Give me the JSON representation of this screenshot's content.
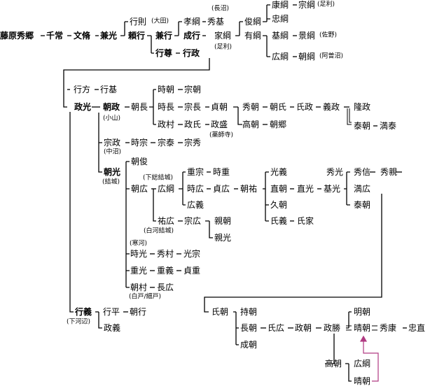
{
  "nodes": {
    "fujiwara_hidesato": "藤原秀郷",
    "chitsune": "千常",
    "fumisuke": "文脩",
    "kanemitsu": "兼光",
    "yukinori": "行則",
    "yorigyo": "頼行",
    "kaneyuki": "兼行",
    "yukitaka": "行尊",
    "yukimasa": "行政",
    "takatsuna": "孝綱",
    "hidemoto_a": "秀基",
    "nariyuki": "成行",
    "iezuna": "家綱",
    "toshitsuna": "俊綱",
    "yasutsuna": "康綱",
    "munetsuna": "宗綱",
    "tadatsuna": "忠綱",
    "aritsuna": "有綱",
    "mototsuna": "基綱",
    "kagetsuna": "景綱",
    "hirotsuna": "広綱",
    "asatsuna": "朝綱",
    "yukikata": "行方",
    "yukimoto": "行基",
    "masamitsu": "政光",
    "tomomasa": "朝政",
    "tokitomo": "時朝",
    "munetomo_a": "宗朝",
    "tomonaga": "朝長",
    "tokinaga": "時長",
    "munenaga": "宗長",
    "sadatomo": "貞朝",
    "hidetomo": "秀朝",
    "tomouji": "朝氏",
    "ujimasa": "氏政",
    "yoshimasa": "義政",
    "takamasa": "隆政",
    "yasutomo": "泰朝",
    "mitsuyasu": "満泰",
    "masamura": "政村",
    "masauji": "政氏",
    "masamori": "政盛",
    "takatomo_a": "高朝",
    "tomosato": "朝郷",
    "munemasa": "宗政",
    "tokimune": "時宗",
    "muneyasu": "宗泰",
    "munehide": "宗秀",
    "tomomitsu": "朝光",
    "tomotoshi": "朝俊",
    "tomohiro": "朝広",
    "hirotsuna_y": "広綱",
    "shigemune": "重宗",
    "tokishige": "時重",
    "tokihiro": "時広",
    "sadahiro": "貞広",
    "tomosuke": "朝祐",
    "mitsuyoshi": "光義",
    "naotomo": "直朝",
    "naomitsu": "直光",
    "motomitsu": "基光",
    "hidemitsu": "秀光",
    "hidenobu": "秀信",
    "hidechika": "秀親",
    "mitsuhiro": "満広",
    "yasutomo_y": "泰朝",
    "hisatomo": "久朝",
    "ujiyoshi": "氏義",
    "ujiie": "氏家",
    "hiroyoshi": "広義",
    "sukehiro": "祐広",
    "munehiro": "宗広",
    "chikatomo": "親朝",
    "chikamitsu": "親光",
    "tokimitsu": "時光",
    "hidemura": "秀村",
    "mitsumune": "光宗",
    "shigemitsu": "重光",
    "shigeyoshi": "重義",
    "sadashige": "貞重",
    "tomomura": "朝村",
    "nagahiro": "長広",
    "yukiyoshi": "行義",
    "yukihira": "行平",
    "tomoyuki": "朝行",
    "masayoshi": "政義",
    "ujitomo": "氏朝",
    "mochitomo": "持朝",
    "nagatomo": "長朝",
    "ujihiro": "氏広",
    "masatomo": "政朝",
    "masakatsu": "政勝",
    "akitomo": "明朝",
    "harutomo": "晴朝",
    "hideyasu": "秀康",
    "tadanao": "忠直",
    "narutomo": "成朝",
    "takatomo_b": "高朝",
    "hirotsuna_b": "広綱",
    "harutomo_b": "晴朝"
  },
  "notes": {
    "ota": "(大田)",
    "naganuma": "(長沼)",
    "ashikaga_a": "(足利)",
    "ashikaga_b": "(足利)",
    "sano": "(佐野)",
    "asonuma": "(阿曽沼)",
    "oyama": "(小山)",
    "yakushiji": "(薬師寺)",
    "naganuma2": "(中沼)",
    "yuki": "(結城)",
    "shimousa_yuki": "(下総結城)",
    "shirakawa_yuki": "(白河結城)",
    "kanko": "(寒河)",
    "shirado": "(白戸/細戸)",
    "shimokobe": "(下河辺)"
  },
  "colors": {
    "line": "#000000",
    "adoption": "#b03a82",
    "text": "#000000",
    "background": "#ffffff"
  }
}
